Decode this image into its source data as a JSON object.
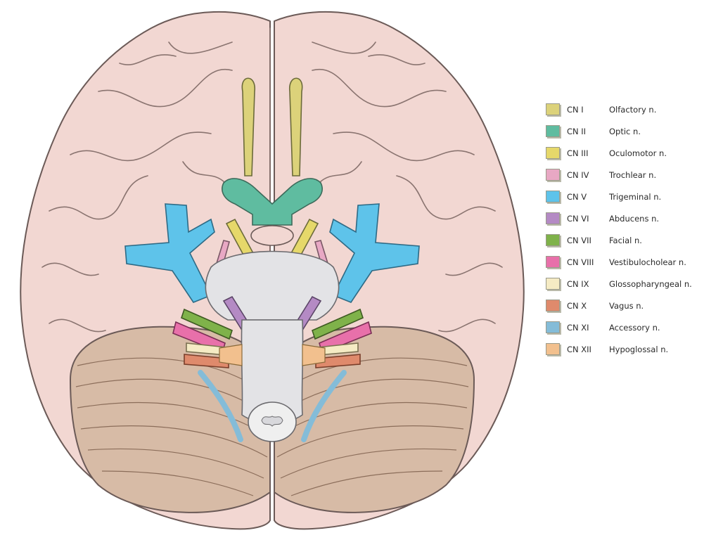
{
  "diagram": {
    "colors": {
      "cerebrum_fill": "#f2d7d2",
      "cerebrum_outline": "#6b5a57",
      "cerebellum_fill": "#d7bba6",
      "brainstem_fill": "#e3e3e6"
    }
  },
  "legend": [
    {
      "code": "CN I",
      "name": "Olfactory n.",
      "color": "#dcd27a"
    },
    {
      "code": "CN II",
      "name": "Optic n.",
      "color": "#5fbca0"
    },
    {
      "code": "CN III",
      "name": "Oculomotor n.",
      "color": "#e6d86a"
    },
    {
      "code": "CN IV",
      "name": "Trochlear n.",
      "color": "#e8a8c4"
    },
    {
      "code": "CN V",
      "name": "Trigeminal n.",
      "color": "#5ec3ea"
    },
    {
      "code": "CN VI",
      "name": "Abducens n.",
      "color": "#b48ac4"
    },
    {
      "code": "CN VII",
      "name": "Facial n.",
      "color": "#7fb24a"
    },
    {
      "code": "CN VIII",
      "name": "Vestibulocholear n.",
      "color": "#e870aa"
    },
    {
      "code": "CN IX",
      "name": "Glossopharyngeal n.",
      "color": "#f5ebc4"
    },
    {
      "code": "CN X",
      "name": "Vagus n.",
      "color": "#df8a6c"
    },
    {
      "code": "CN XI",
      "name": "Accessory n.",
      "color": "#84bcd8"
    },
    {
      "code": "CN XII",
      "name": "Hypoglossal n.",
      "color": "#f2c08e"
    }
  ]
}
